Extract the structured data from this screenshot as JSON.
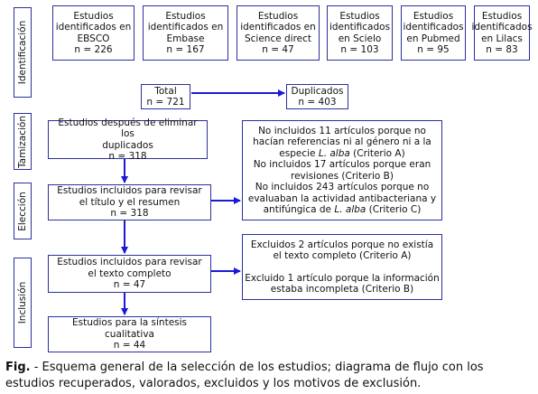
{
  "stages": {
    "identificacion": "Identificación",
    "tamizacion": "Tamización",
    "eleccion": "Elección",
    "inclusion": "Inclusión"
  },
  "sources": [
    {
      "line1": "Estudios",
      "line2": "identificados en",
      "line3": "EBSCO",
      "count": "n = 226"
    },
    {
      "line1": "Estudios",
      "line2": "identificados en",
      "line3": "Embase",
      "count": "n = 167"
    },
    {
      "line1": "Estudios",
      "line2": "identificados en",
      "line3": "Science direct",
      "count": "n = 47"
    },
    {
      "line1": "Estudios",
      "line2": "identificados",
      "line3": "en Scielo",
      "count": "n = 103"
    },
    {
      "line1": "Estudios",
      "line2": "identificados",
      "line3": "en Pubmed",
      "count": "n = 95"
    },
    {
      "line1": "Estudios",
      "line2": "identificados",
      "line3": "en Lilacs",
      "count": "n = 83"
    }
  ],
  "total": {
    "label": "Total",
    "count": "n = 721"
  },
  "duplicates": {
    "label": "Duplicados",
    "count": "n = 403"
  },
  "screening": {
    "line1": "Estudios después de eliminar los",
    "line2": "duplicados",
    "count": "n = 318"
  },
  "eligibility": {
    "line1": "Estudios incluidos para revisar",
    "line2": "el título y el resumen",
    "count": "n = 318"
  },
  "fulltext": {
    "line1": "Estudios incluidos para revisar",
    "line2": "el texto completo",
    "count": "n = 47"
  },
  "synthesis": {
    "line1": "Estudios para la síntesis",
    "line2": "cualitativa",
    "count": "n = 44"
  },
  "exclusion1": {
    "l1": "No incluidos 11 artículos porque no",
    "l2": "hacían referencias ni al  género ni a  la",
    "l3a": "especie ",
    "l3b": "L. alba",
    "l3c": " (Criterio A)",
    "l4": "No incluidos 17 artículos porque eran",
    "l5": "revisiones (Criterio B)",
    "l6": "No incluidos 243 artículos porque no",
    "l7": "evaluaban la actividad antibacteriana y",
    "l8a": "antifúngica de ",
    "l8b": "L. alba",
    "l8c": " (Criterio C)"
  },
  "exclusion2": {
    "l1": "Excluidos 2 artículos porque no existía",
    "l2": "el texto completo (Criterio A)",
    "l3": "Excluido 1 artículo porque la información",
    "l4": "estaba incompleta (Criterio B)"
  },
  "caption": {
    "label": "Fig.",
    "text": " - Esquema general de la selección de los estudios; diagrama de flujo con los estudios recuperados, valorados, excluidos y los motivos de exclusión."
  },
  "colors": {
    "border": "#2b2fa0",
    "arrow": "#1a1ad6"
  }
}
